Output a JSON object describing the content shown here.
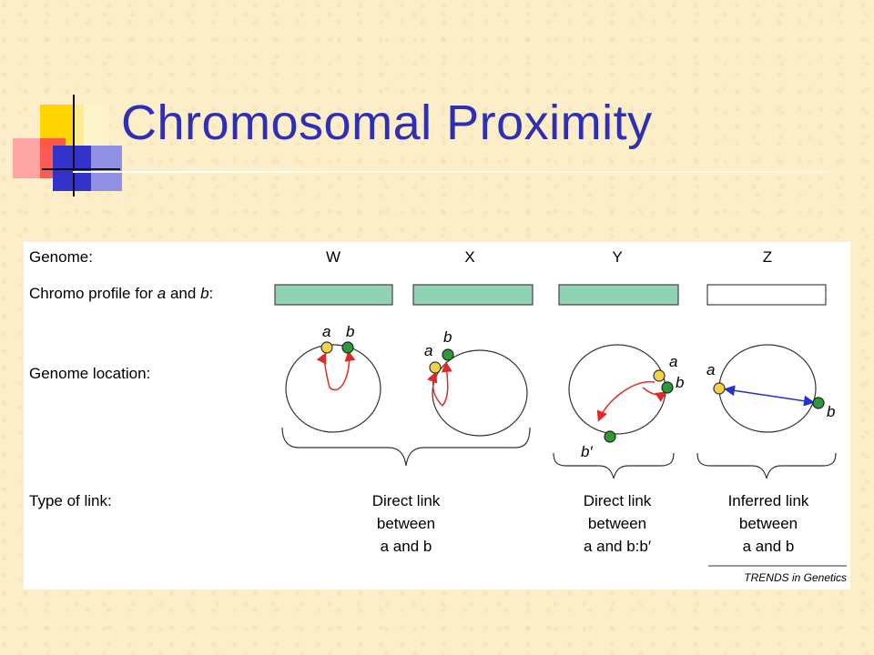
{
  "slide": {
    "title": "Chromosomal Proximity"
  },
  "figure": {
    "row_labels": {
      "genome": "Genome:",
      "chromo_profile_prefix": "Chromo profile for ",
      "a": "a",
      "and": " and ",
      "b": "b",
      "colon": ":",
      "genome_location": "Genome location:",
      "type_of_link": "Type of link:"
    },
    "genomes": [
      "W",
      "X",
      "Y",
      "Z"
    ],
    "gene_labels": {
      "a": "a",
      "b": "b",
      "b_prime": "b′"
    },
    "links": {
      "direct": {
        "line1": "Direct link",
        "line2": "between",
        "line3_prefix": "a and b"
      },
      "direct_prime": {
        "line1": "Direct link",
        "line2": "between",
        "line3": "a and b:b′"
      },
      "inferred": {
        "line1": "Inferred link",
        "line2": "between",
        "line3": "a and b"
      }
    },
    "credit": "TRENDS in Genetics",
    "colors": {
      "profile_fill": "#8fd3b4",
      "gene_a": "#f3d24a",
      "gene_b": "#2d9a3a",
      "arrow_direct": "#e02a2a",
      "arrow_inferred": "#2233cc"
    }
  }
}
